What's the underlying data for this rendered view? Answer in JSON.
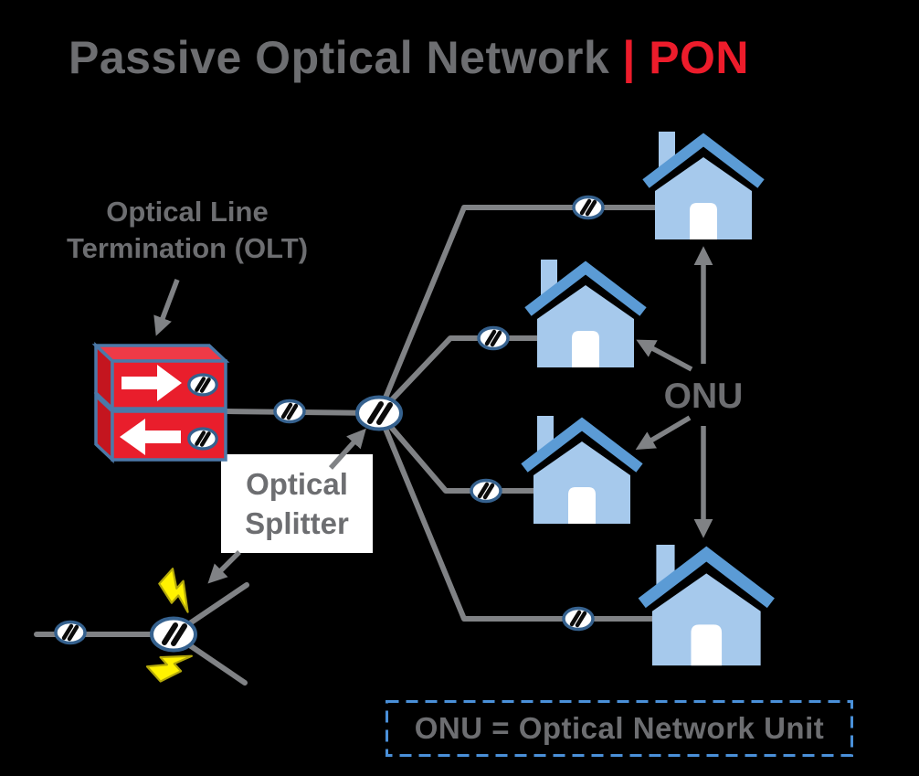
{
  "title": {
    "main": "Passive Optical Network",
    "accent": "| PON"
  },
  "labels": {
    "olt_line1": "Optical Line",
    "olt_line2": "Termination (OLT)",
    "splitter_line1": "Optical",
    "splitter_line2": "Splitter",
    "onu": "ONU",
    "onu_definition": "ONU = Optical Network Unit"
  },
  "icons": {
    "fiber_connector": "//",
    "olt_downstream_arrow": "right-arrow",
    "olt_upstream_arrow": "left-arrow",
    "onu_house": "house",
    "splitter_surge": "lightning-bolt",
    "pointer_arrows": "gray-arrow"
  },
  "colors": {
    "background": "#000000",
    "text_gray": "#6d6e71",
    "accent_red": "#ed1c2b",
    "line_gray": "#808285",
    "house_body": "#a6c9ec",
    "house_roof": "#5b9bd5",
    "device_red": "#e91e2c",
    "device_red_top": "#ee3a47",
    "device_red_side": "#c4151f",
    "device_border": "#4b79a8",
    "connector_border": "#35618e",
    "lightning_yellow": "#fff200",
    "lightning_outline": "#b3a80b",
    "dashed_border_blue": "#4a90d9",
    "label_box_bg": "#ffffff"
  }
}
